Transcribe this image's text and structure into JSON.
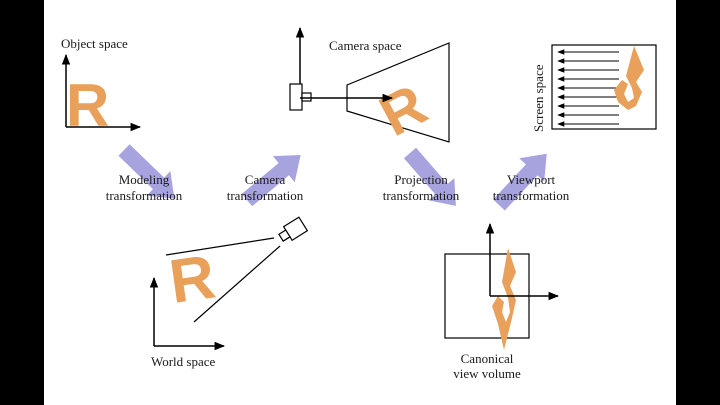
{
  "labels": {
    "object_space": "Object space",
    "camera_space": "Camera space",
    "screen_space": "Screen space",
    "world_space": "World space",
    "canonical_line1": "Canonical",
    "canonical_line2": "view volume"
  },
  "transforms": {
    "modeling": [
      "Modeling",
      "transformation"
    ],
    "camera": [
      "Camera",
      "transformation"
    ],
    "projection": [
      "Projection",
      "transformation"
    ],
    "viewport": [
      "Viewport",
      "transformation"
    ]
  },
  "glyph": "R",
  "colors": {
    "glyph": "#E8A05A",
    "arrow": "#A6A3DF",
    "line": "#000000",
    "letterbox": "#000000"
  }
}
